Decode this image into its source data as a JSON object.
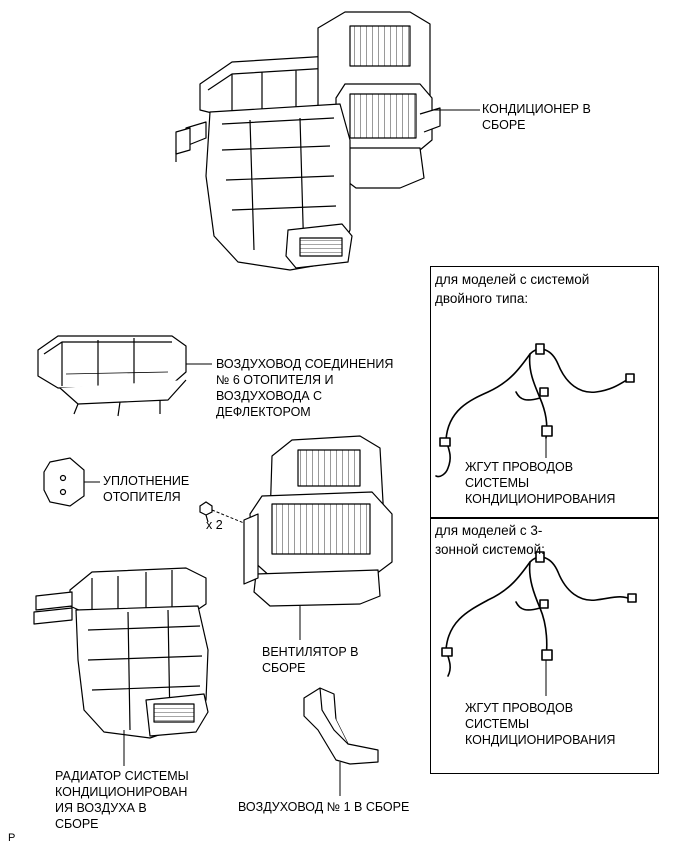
{
  "labels": {
    "ac_unit": "КОНДИЦИОНЕР В\nСБОРЕ",
    "duct_no6": "ВОЗДУХОВОД СОЕДИНЕНИЯ\n№ 6 ОТОПИТЕЛЯ И\nВОЗДУХОВОДА С\nДЕФЛЕКТОРОМ",
    "heater_seal": "УПЛОТНЕНИЕ\nОТОПИТЕЛЯ",
    "screw_qty": "x 2",
    "blower": "ВЕНТИЛЯТОР В\nСБОРЕ",
    "radiator": "РАДИАТОР СИСТЕМЫ\nКОНДИЦИОНИРОВАН\nИЯ ВОЗДУХА В\nСБОРЕ",
    "duct_no1": "ВОЗДУХОВОД № 1 В СБОРЕ",
    "footer_mark": "P"
  },
  "boxes": [
    {
      "title": "для моделей с системой\nдвойного типа:",
      "harness_label": "ЖГУТ ПРОВОДОВ\nСИСТЕМЫ\nКОНДИЦИОНИРОВАНИЯ"
    },
    {
      "title": "для моделей с 3-\nзонной системой:",
      "harness_label": "ЖГУТ ПРОВОДОВ\nСИСТЕМЫ\nКОНДИЦИОНИРОВАНИЯ"
    }
  ]
}
